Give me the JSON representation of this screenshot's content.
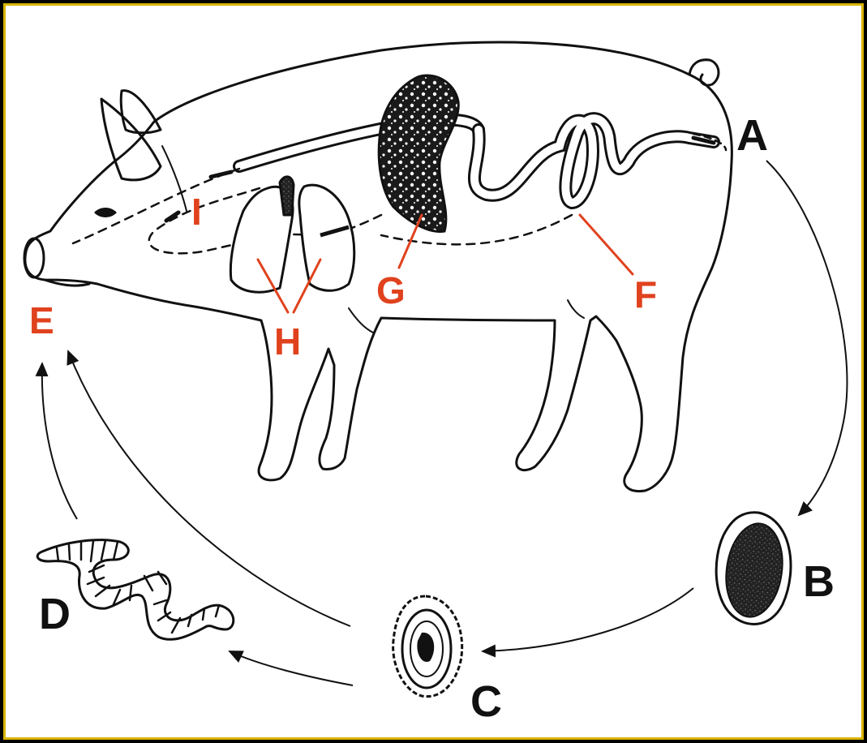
{
  "labels": {
    "a": "A",
    "b": "B",
    "c": "C",
    "d": "D",
    "e": "E",
    "f": "F",
    "g": "G",
    "h": "H",
    "i": "I"
  },
  "colors": {
    "frame": "#d9b400",
    "red_label": "#e0421e",
    "ink": "#111111",
    "background": "#ffffff"
  }
}
